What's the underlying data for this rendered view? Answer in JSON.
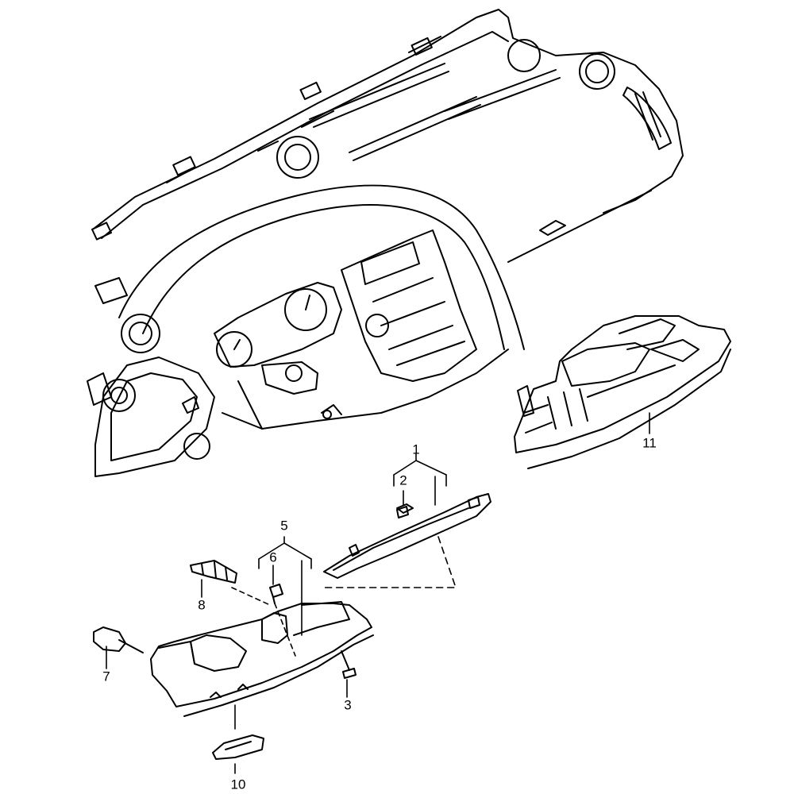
{
  "diagram": {
    "callouts": [
      {
        "id": "c1",
        "label": "1"
      },
      {
        "id": "c2",
        "label": "2"
      },
      {
        "id": "c3",
        "label": "3"
      },
      {
        "id": "c5",
        "label": "5"
      },
      {
        "id": "c6",
        "label": "6"
      },
      {
        "id": "c7",
        "label": "7"
      },
      {
        "id": "c8",
        "label": "8"
      },
      {
        "id": "c10",
        "label": "10"
      },
      {
        "id": "c11",
        "label": "11"
      }
    ]
  }
}
